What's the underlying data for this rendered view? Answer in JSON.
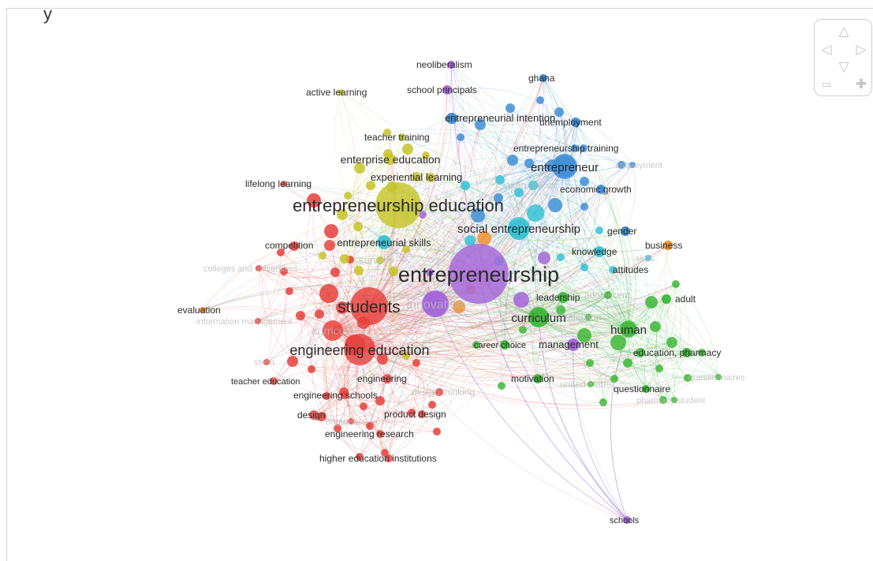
{
  "top_cut_text": "y",
  "controls": {
    "up_icon": "△",
    "left_icon": "◁",
    "right_icon": "▷",
    "down_icon": "▽",
    "zoom_out_icon": "▭",
    "zoom_in_icon": "✚"
  },
  "clusters": {
    "red": "#e8403c",
    "yellow": "#c6c428",
    "blue": "#3e8fd6",
    "cyan": "#36c2d6",
    "purple": "#a565d9",
    "green": "#3fb83a",
    "orange": "#f29233"
  },
  "nodes": [
    {
      "label": "entrepreneurship",
      "cluster": "purple",
      "weight": 38,
      "fs": 27,
      "fade": false
    },
    {
      "label": "entrepreneurship education",
      "cluster": "yellow",
      "weight": 29,
      "fs": 22,
      "fade": false
    },
    {
      "label": "students",
      "cluster": "red",
      "weight": 24,
      "fs": 21,
      "fade": false
    },
    {
      "label": "engineering education",
      "cluster": "red",
      "weight": 20,
      "fs": 18,
      "fade": false
    },
    {
      "label": "social entrepreneurship",
      "cluster": "cyan",
      "weight": 14,
      "fs": 15,
      "fade": false
    },
    {
      "label": "entrepreneur",
      "cluster": "blue",
      "weight": 16,
      "fs": 15,
      "fade": false
    },
    {
      "label": "curriculum",
      "cluster": "green",
      "weight": 13,
      "fs": 15,
      "fade": false
    },
    {
      "label": "human",
      "cluster": "green",
      "weight": 11,
      "fs": 15,
      "fade": false
    },
    {
      "label": "innovation",
      "cluster": "purple",
      "weight": 17,
      "fs": 16,
      "fade": true
    },
    {
      "label": "curricula",
      "cluster": "red",
      "weight": 13,
      "fs": 14,
      "fade": true
    },
    {
      "label": "enterprise education",
      "cluster": "yellow",
      "weight": 7,
      "fs": 14,
      "fade": false
    },
    {
      "label": "entrepreneurial skills",
      "cluster": "cyan",
      "weight": 9,
      "fs": 13,
      "fade": false
    },
    {
      "label": "experiential learning",
      "cluster": "yellow",
      "weight": 6,
      "fs": 13,
      "fade": false
    },
    {
      "label": "entrepreneurial intention",
      "cluster": "blue",
      "weight": 7,
      "fs": 13,
      "fade": false
    },
    {
      "label": "competition",
      "cluster": "red",
      "weight": 7,
      "fs": 12,
      "fade": false
    },
    {
      "label": "management",
      "cluster": "purple",
      "weight": 8,
      "fs": 13,
      "fade": false
    },
    {
      "label": "leadership",
      "cluster": "green",
      "weight": 6,
      "fs": 12,
      "fade": false
    },
    {
      "label": "knowledge",
      "cluster": "cyan",
      "weight": 7,
      "fs": 12,
      "fade": false
    },
    {
      "label": "economic growth",
      "cluster": "blue",
      "weight": 6,
      "fs": 12,
      "fade": false
    },
    {
      "label": "gender",
      "cluster": "blue",
      "weight": 6,
      "fs": 12,
      "fade": false
    },
    {
      "label": "business",
      "cluster": "orange",
      "weight": 6,
      "fs": 12,
      "fade": false
    },
    {
      "label": "attitudes",
      "cluster": "cyan",
      "weight": 5,
      "fs": 12,
      "fade": false
    },
    {
      "label": "adult",
      "cluster": "green",
      "weight": 6,
      "fs": 12,
      "fade": false
    },
    {
      "label": "education, pharmacy",
      "cluster": "green",
      "weight": 6,
      "fs": 12,
      "fade": false
    },
    {
      "label": "questionnaire",
      "cluster": "green",
      "weight": 5,
      "fs": 12,
      "fade": false
    },
    {
      "label": "motivation",
      "cluster": "green",
      "weight": 5,
      "fs": 12,
      "fade": false
    },
    {
      "label": "career choice",
      "cluster": "green",
      "weight": 5,
      "fs": 11,
      "fade": false
    },
    {
      "label": "engineering",
      "cluster": "red",
      "weight": 6,
      "fs": 12,
      "fade": false
    },
    {
      "label": "engineering schools",
      "cluster": "red",
      "weight": 5,
      "fs": 12,
      "fade": false
    },
    {
      "label": "design",
      "cluster": "red",
      "weight": 6,
      "fs": 12,
      "fade": false
    },
    {
      "label": "product design",
      "cluster": "red",
      "weight": 5,
      "fs": 12,
      "fade": false
    },
    {
      "label": "engineering research",
      "cluster": "red",
      "weight": 5,
      "fs": 12,
      "fade": false
    },
    {
      "label": "higher education institutions",
      "cluster": "red",
      "weight": 5,
      "fs": 12,
      "fade": false
    },
    {
      "label": "teacher education",
      "cluster": "red",
      "weight": 5,
      "fs": 11,
      "fade": false
    },
    {
      "label": "evaluation",
      "cluster": "orange",
      "weight": 4,
      "fs": 12,
      "fade": false
    },
    {
      "label": "lifelong learning",
      "cluster": "red",
      "weight": 4,
      "fs": 12,
      "fade": false
    },
    {
      "label": "active learning",
      "cluster": "yellow",
      "weight": 4,
      "fs": 12,
      "fade": false
    },
    {
      "label": "teacher training",
      "cluster": "yellow",
      "weight": 5,
      "fs": 12,
      "fade": false
    },
    {
      "label": "school principals",
      "cluster": "purple",
      "weight": 4,
      "fs": 12,
      "fade": false
    },
    {
      "label": "neoliberalism",
      "cluster": "purple",
      "weight": 5,
      "fs": 12,
      "fade": false
    },
    {
      "label": "ghana",
      "cluster": "blue",
      "weight": 5,
      "fs": 12,
      "fade": false
    },
    {
      "label": "unemployment",
      "cluster": "blue",
      "weight": 6,
      "fs": 12,
      "fade": false
    },
    {
      "label": "entrepreneurship training",
      "cluster": "blue",
      "weight": 5,
      "fs": 12,
      "fade": false
    },
    {
      "label": "south africa",
      "cluster": "cyan",
      "weight": 6,
      "fs": 12,
      "fade": true
    },
    {
      "label": "surveys",
      "cluster": "yellow",
      "weight": 5,
      "fs": 13,
      "fade": true
    },
    {
      "label": "skills",
      "cluster": "cyan",
      "weight": 4,
      "fs": 11,
      "fade": true
    },
    {
      "label": "adolescent",
      "cluster": "green",
      "weight": 4,
      "fs": 12,
      "fade": true
    },
    {
      "label": "retention",
      "cluster": "green",
      "weight": 4,
      "fs": 12,
      "fade": true
    },
    {
      "label": "united states",
      "cluster": "green",
      "weight": 4,
      "fs": 12,
      "fade": true
    },
    {
      "label": "design thinking",
      "cluster": "red",
      "weight": 5,
      "fs": 12,
      "fade": true
    },
    {
      "label": "engineers",
      "cluster": "red",
      "weight": 4,
      "fs": 12,
      "fade": true
    },
    {
      "label": "stem",
      "cluster": "red",
      "weight": 4,
      "fs": 12,
      "fade": true
    },
    {
      "label": "information management",
      "cluster": "red",
      "weight": 4,
      "fs": 11,
      "fade": true
    },
    {
      "label": "colleges and universities",
      "cluster": "red",
      "weight": 4,
      "fs": 11,
      "fade": true
    },
    {
      "label": "questionnaires",
      "cluster": "green",
      "weight": 4,
      "fs": 11,
      "fade": true
    },
    {
      "label": "pharmacy student",
      "cluster": "green",
      "weight": 4,
      "fs": 11,
      "fade": true
    },
    {
      "label": "employment",
      "cluster": "blue",
      "weight": 4,
      "fs": 11,
      "fade": true
    },
    {
      "label": "schools",
      "cluster": "purple",
      "weight": 4,
      "fs": 11,
      "fade": false
    }
  ]
}
